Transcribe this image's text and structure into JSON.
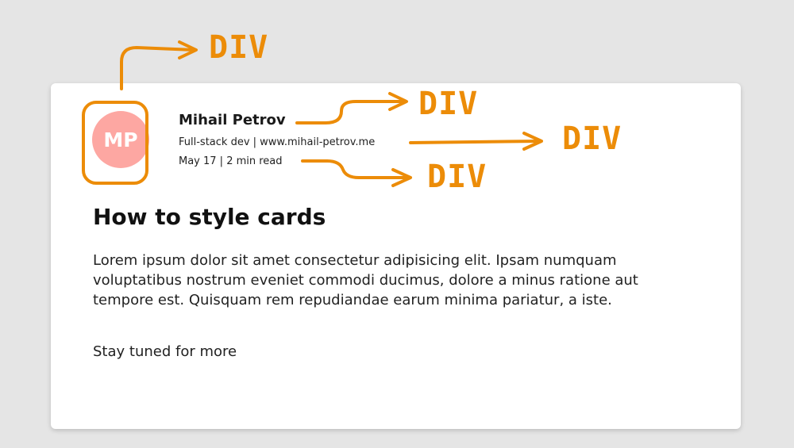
{
  "colors": {
    "page_background": "#e5e5e5",
    "card_background": "#ffffff",
    "avatar_background": "#fda7a2",
    "annotation": "#ec8c08"
  },
  "card": {
    "avatar_initials": "MP",
    "author_name": "Mihail Petrov",
    "author_role": "Full-stack dev | www.mihail-petrov.me",
    "post_meta": "May 17 | 2 min read",
    "title": "How to style cards",
    "body": "Lorem ipsum dolor sit amet consectetur adipisicing elit. Ipsam numquam voluptatibus nostrum eveniet commodi ducimus, dolore a minus ratione aut tempore est. Quisquam rem repudiandae earum minima pariatur, a iste.",
    "footer": "Stay tuned for more"
  },
  "annotations": {
    "avatar_label": "DIV",
    "name_label": "DIV",
    "role_label": "DIV",
    "meta_label": "DIV"
  }
}
